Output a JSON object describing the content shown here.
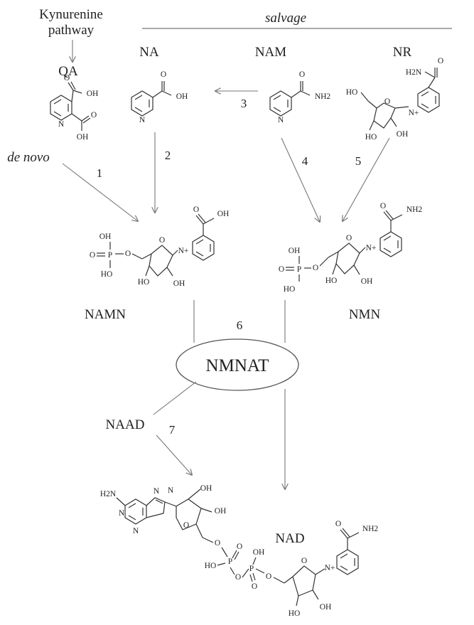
{
  "labels": {
    "kynurenine": "Kynurenine",
    "pathway": "pathway",
    "salvage": "salvage",
    "de_novo": "de novo",
    "qa": "QA",
    "na": "NA",
    "nam": "NAM",
    "nr": "NR",
    "namn": "NAMN",
    "nmn": "NMN",
    "naad": "NAAD",
    "nad": "NAD",
    "enzyme": "NMNAT"
  },
  "steps": [
    "1",
    "2",
    "3",
    "4",
    "5",
    "6",
    "7"
  ],
  "atoms": {
    "oh": "OH",
    "ho": "HO",
    "o": "O",
    "n": "N",
    "n_plus": "N+",
    "nh2": "NH2",
    "h2n": "H2N",
    "p": "P"
  }
}
